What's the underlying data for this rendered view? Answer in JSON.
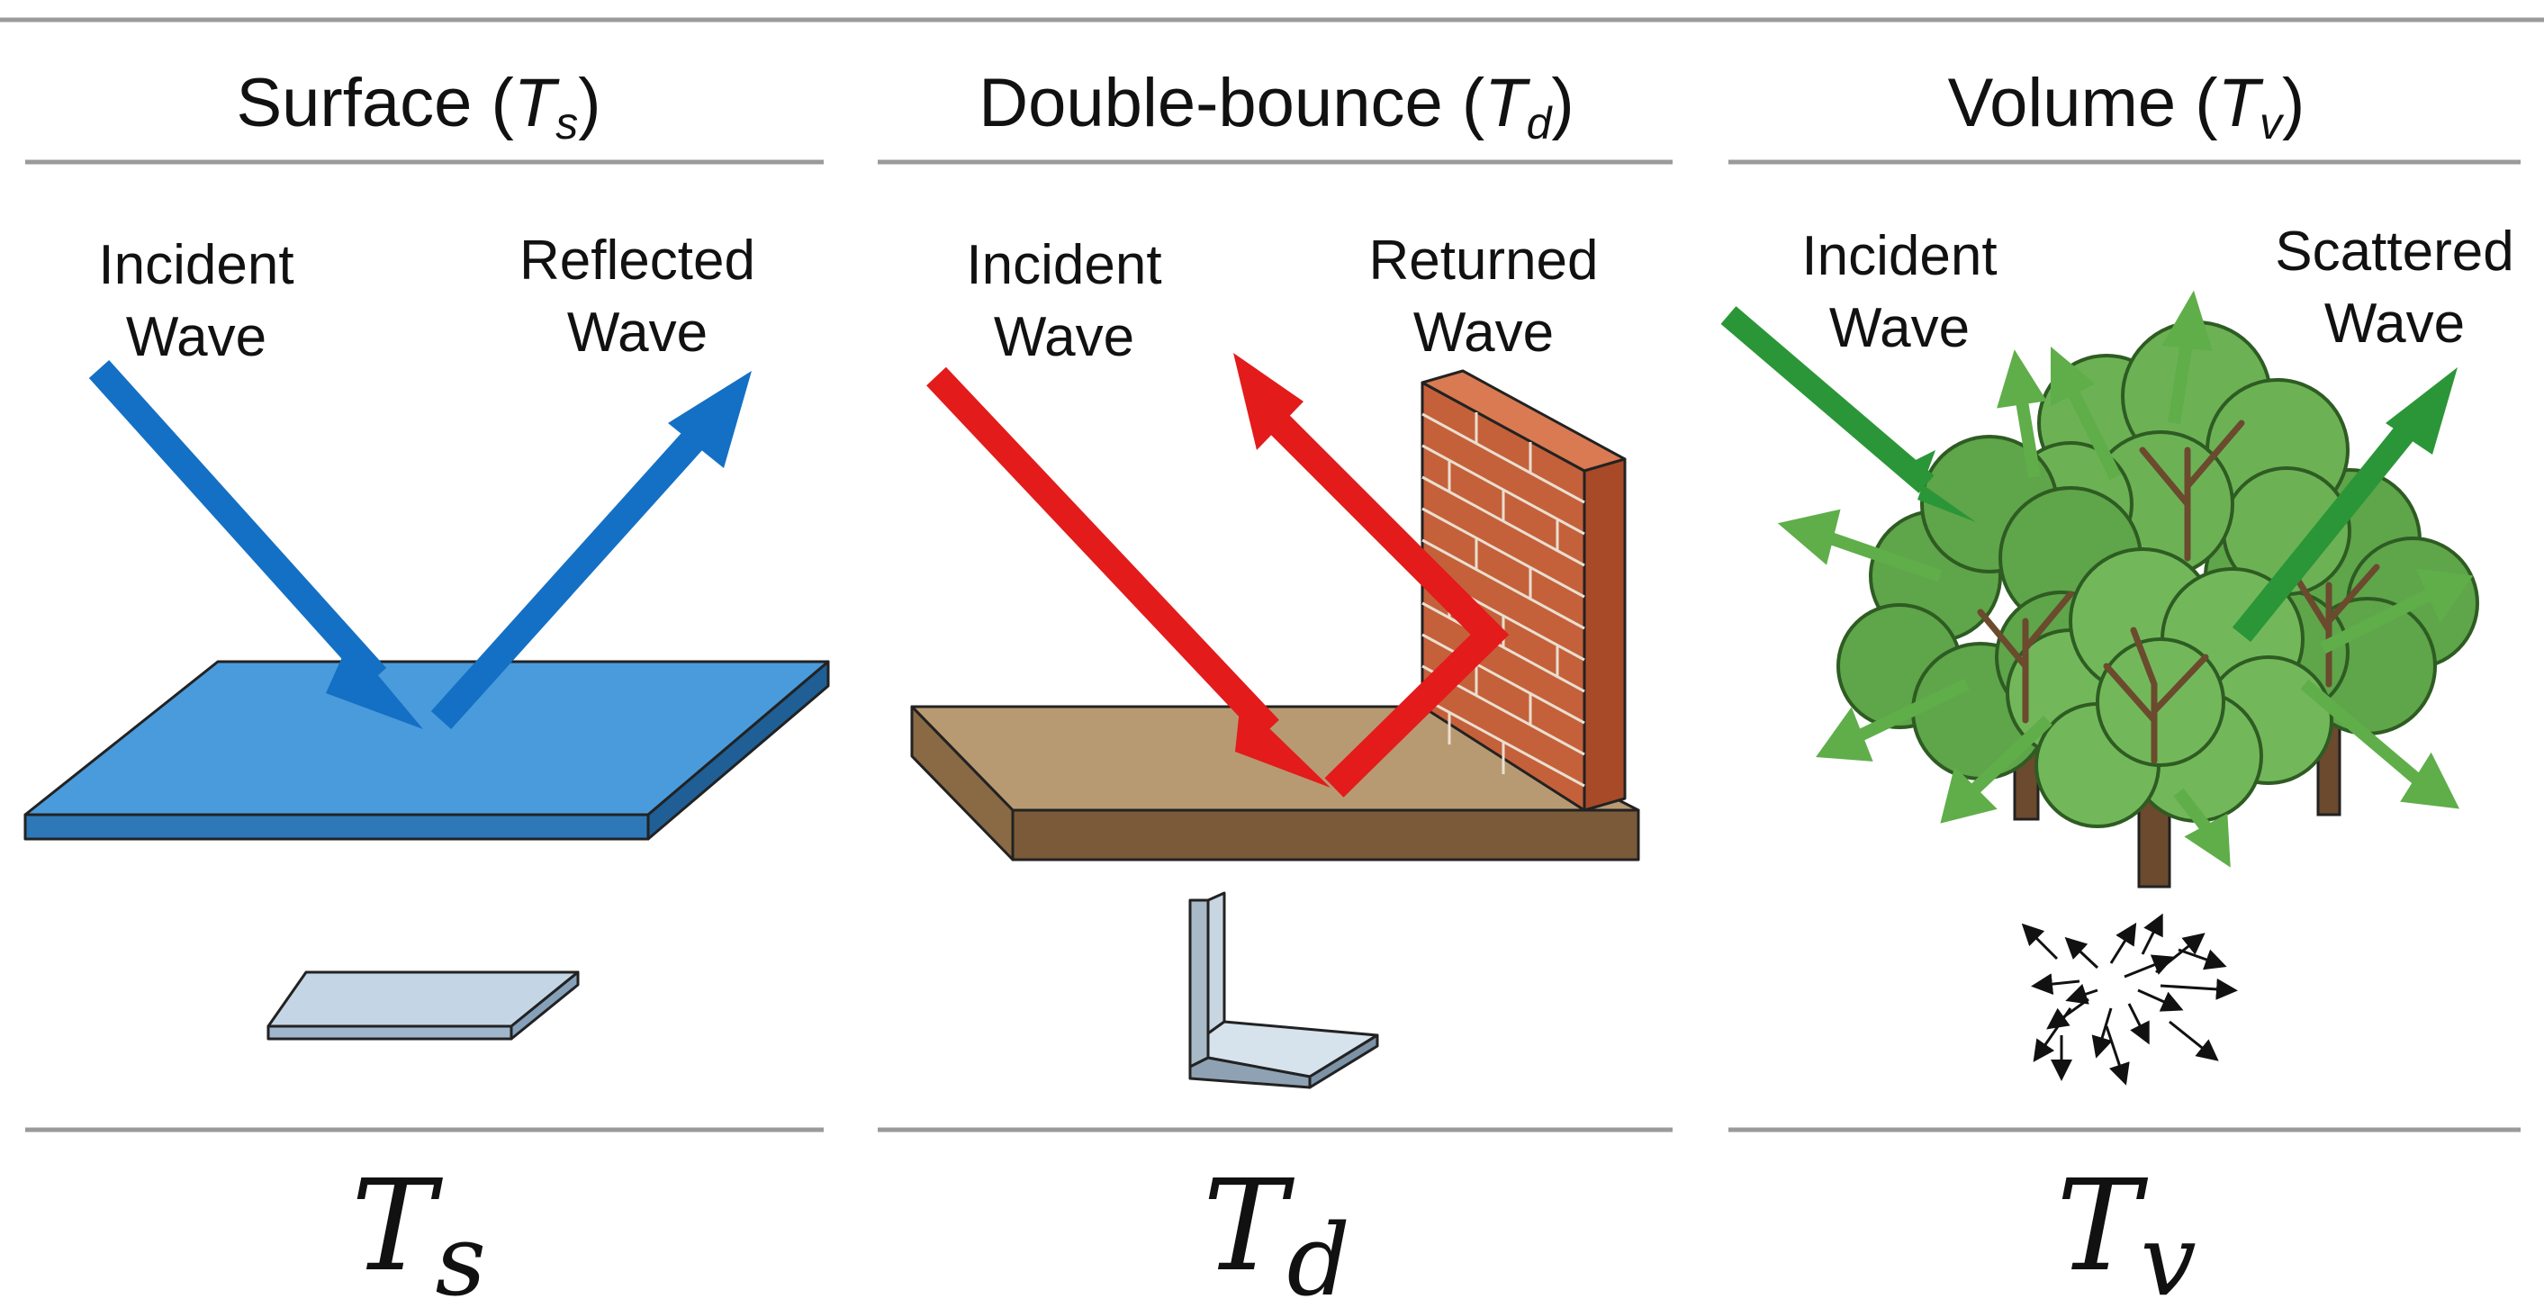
{
  "colors": {
    "blue": "#1470c4",
    "red": "#e31b1b",
    "green": "#2a9638",
    "water": "#4a9bdc",
    "soil": "#b89a72",
    "brick": "#c4613a",
    "foliage": "#5fa54a",
    "trunk": "#6b4a2e"
  },
  "panels": [
    {
      "id": "surface",
      "title_text": "Surface (",
      "title_sym": "T",
      "title_sub": "s",
      "title_close": ")",
      "label_left": [
        "Incident",
        "Wave"
      ],
      "label_right": [
        "Reflected",
        "Wave"
      ],
      "bottom_sym": "T",
      "bottom_sub": "s"
    },
    {
      "id": "double-bounce",
      "title_text": "Double-bounce (",
      "title_sym": "T",
      "title_sub": "d",
      "title_close": ")",
      "label_left": [
        "Incident",
        "Wave"
      ],
      "label_right": [
        "Returned",
        "Wave"
      ],
      "bottom_sym": "T",
      "bottom_sub": "d"
    },
    {
      "id": "volume",
      "title_text": "Volume (",
      "title_sym": "T",
      "title_sub": "v",
      "title_close": ")",
      "label_left": [
        "Incident",
        "Wave"
      ],
      "label_right": [
        "Scattered",
        "Wave"
      ],
      "bottom_sym": "T",
      "bottom_sub": "v"
    }
  ]
}
